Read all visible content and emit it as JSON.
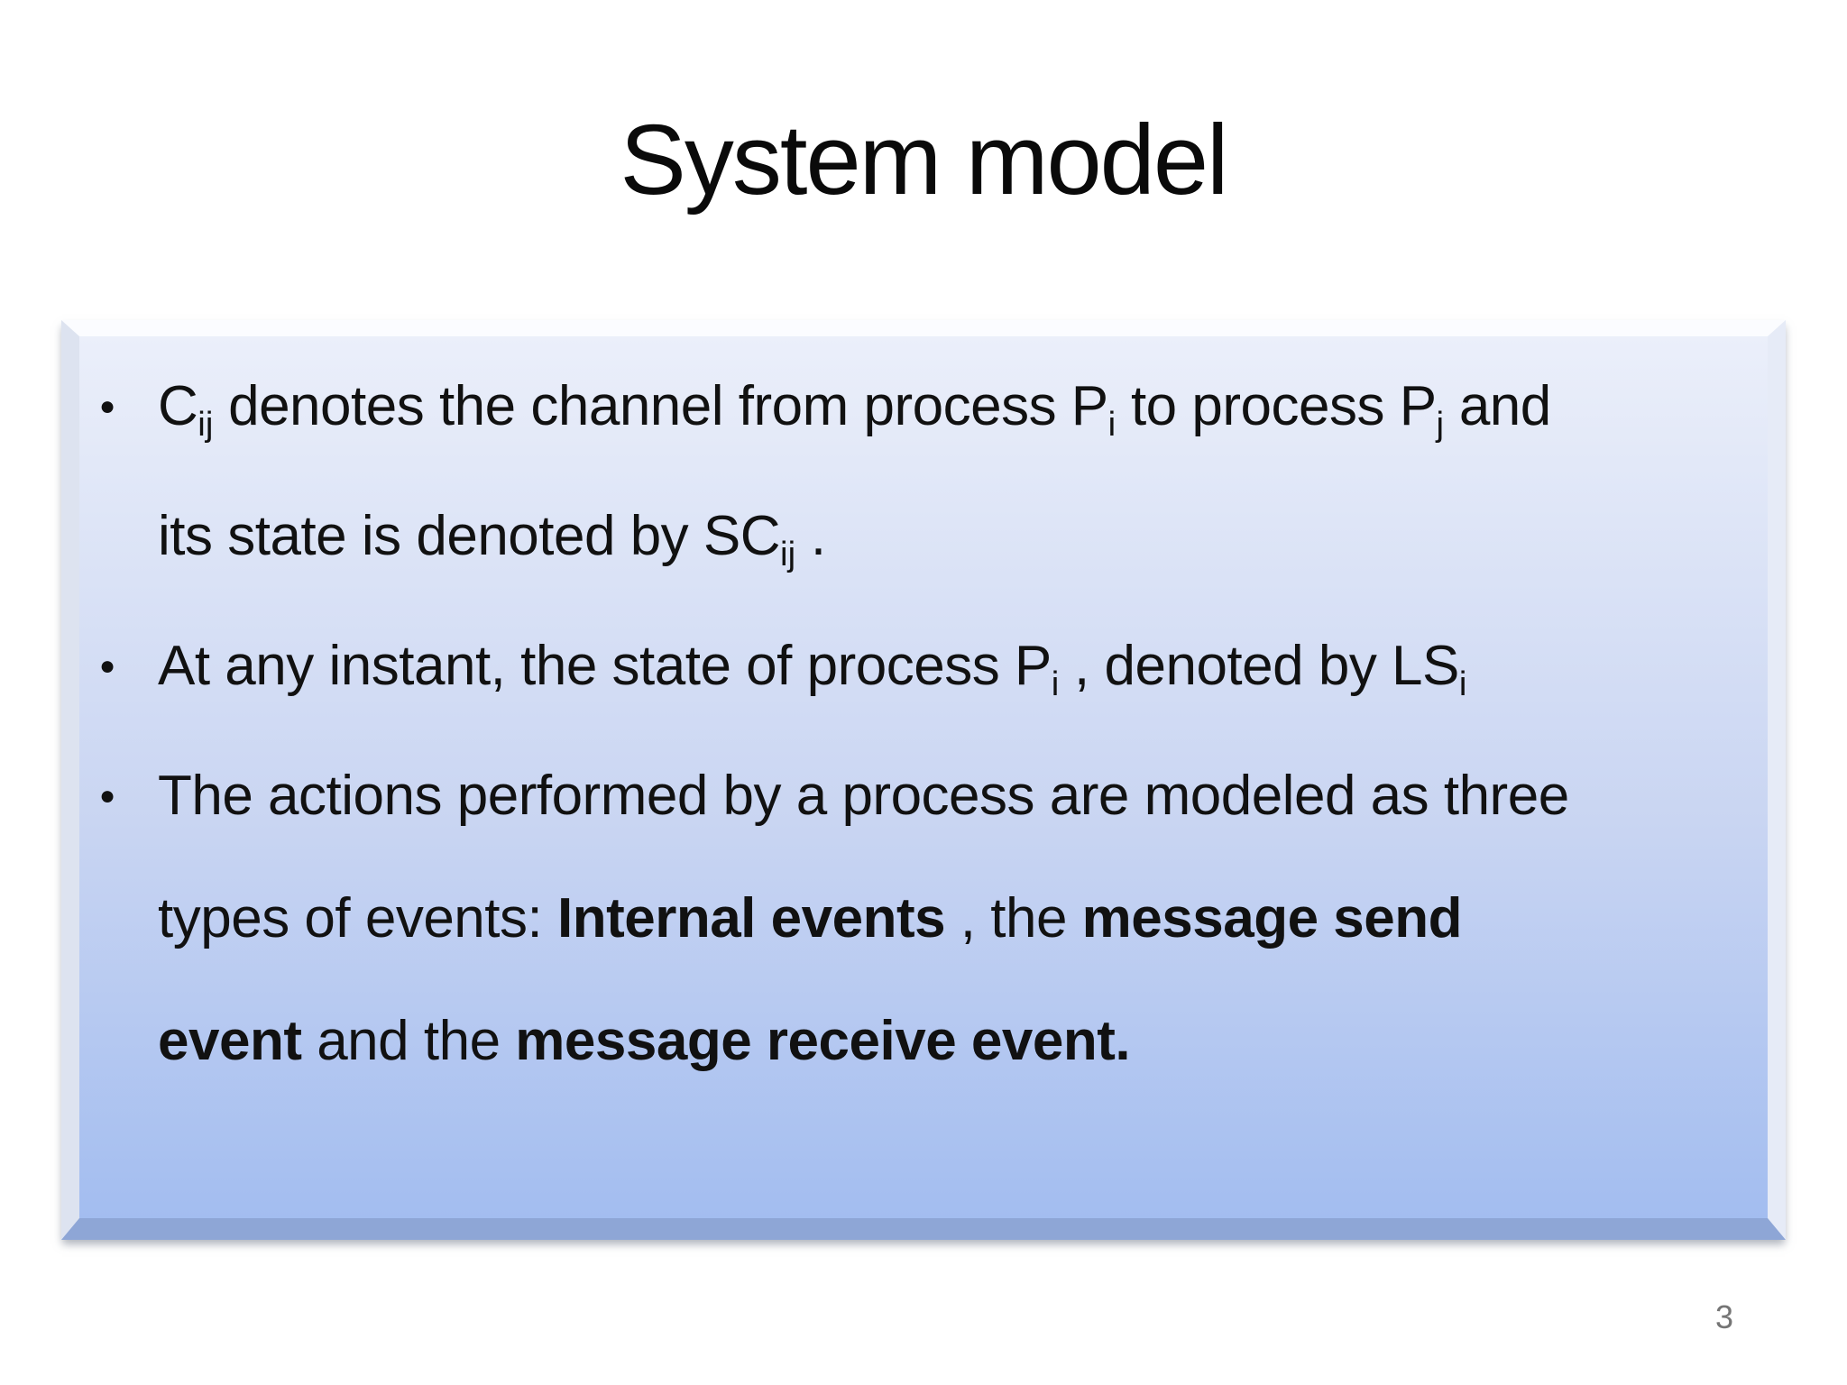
{
  "slide": {
    "title": "System model",
    "page_number": "3",
    "bullet_char": "●",
    "bullets": [
      {
        "segments": [
          {
            "t": "C"
          },
          {
            "t": "ij",
            "sub": true
          },
          {
            "t": " denotes the channel from process P"
          },
          {
            "t": "i",
            "sub": true
          },
          {
            "t": " to process P"
          },
          {
            "t": "j",
            "sub": true
          },
          {
            "t": " and"
          },
          {
            "br": true
          },
          {
            "t": "its state is denoted by SC"
          },
          {
            "t": "ij",
            "sub": true
          },
          {
            "t": " ."
          }
        ]
      },
      {
        "segments": [
          {
            "t": "At any instant, the state of process P"
          },
          {
            "t": "i",
            "sub": true
          },
          {
            "t": " , denoted by LS"
          },
          {
            "t": "i",
            "sub": true
          }
        ]
      },
      {
        "segments": [
          {
            "t": "The actions performed by a process are modeled as three"
          },
          {
            "br": true
          },
          {
            "t": "types of events: "
          },
          {
            "t": "Internal events",
            "b": true
          },
          {
            "t": " , the "
          },
          {
            "t": "message send",
            "b": true
          },
          {
            "br": true
          },
          {
            "t": "event",
            "b": true
          },
          {
            "t": " and the "
          },
          {
            "t": "message receive event.",
            "b": true
          }
        ]
      }
    ],
    "colors": {
      "background": "#ffffff",
      "title_text": "#0a0a0a",
      "body_text": "#111111",
      "panel_gradient_top": "#ebeffa",
      "panel_gradient_mid": "#c9d5f2",
      "panel_gradient_bottom": "#a3bdf0",
      "panel_bevel_top": "#fbfcff",
      "panel_bevel_left": "#dde3f0",
      "panel_bevel_right": "#e6ebf7",
      "panel_bevel_bottom": "#8ea6d6",
      "page_number_text": "#757575"
    }
  }
}
